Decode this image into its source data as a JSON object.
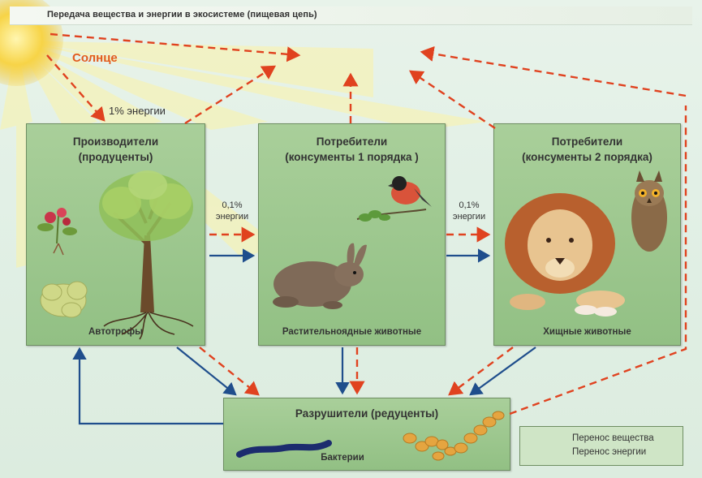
{
  "title": "Передача вещества и энергии в экосистеме (пищевая цепь)",
  "sun_label": "Солнце",
  "sun_energy": "1% энергии",
  "transfer_energy_line1": "0,1%",
  "transfer_energy_line2": "энергии",
  "producers": {
    "title_line1": "Производители",
    "title_line2": "(продуценты)",
    "footer": "Автотрофы"
  },
  "consumers1": {
    "title_line1": "Потребители",
    "title_line2": "(консументы 1 порядка )",
    "footer": "Растительноядные животные"
  },
  "consumers2": {
    "title_line1": "Потребители",
    "title_line2": "(консументы 2 порядка)",
    "footer": "Хищные животные"
  },
  "decomposers": {
    "title": "Разрушители (редуценты)",
    "footer": "Бактерии"
  },
  "legend": {
    "matter": "Перенос вещества",
    "energy": "Перенос энергии"
  },
  "colors": {
    "matter_arrow": "#1f4e8c",
    "energy_arrow": "#e0421f",
    "box_fill": "#9dc88e",
    "sun": "#f7cf3c"
  }
}
